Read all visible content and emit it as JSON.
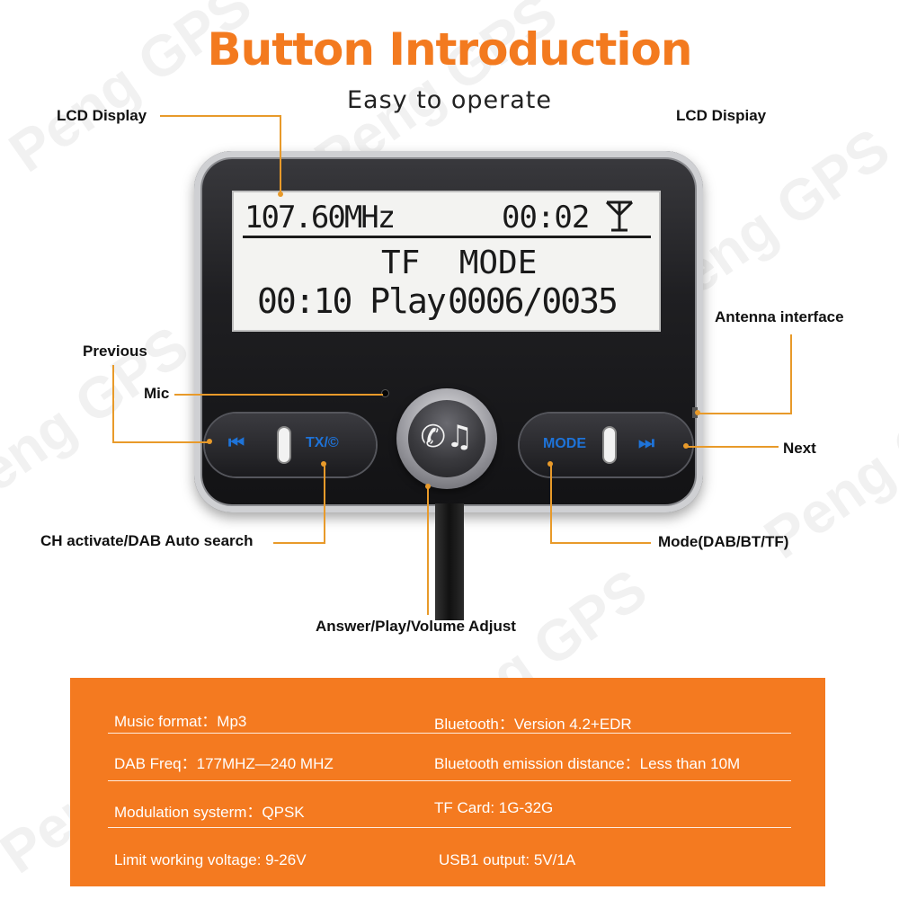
{
  "header": {
    "title": "Button Introduction",
    "subtitle": "Easy to operate"
  },
  "watermark": "Peng GPS",
  "callouts": {
    "lcd_left": "LCD Display",
    "lcd_right": "LCD Dispiay",
    "antenna": "Antenna interface",
    "previous": "Previous",
    "mic": "Mic",
    "next": "Next",
    "ch_activate": "CH activate/DAB Auto search",
    "mode": "Mode(DAB/BT/TF)",
    "answer": "Answer/Play/Volume Adjust"
  },
  "lcd": {
    "frequency": "107.60MHz",
    "clock": "00:02",
    "signal_icon": "antenna-signal-icon",
    "mode_line": "TF  MODE",
    "elapsed": "00:10 Play",
    "track": "0006/0035"
  },
  "buttons": {
    "prev_icon": "⏮",
    "txc": "TX/©",
    "mode": "MODE",
    "next_icon": "⏭",
    "knob_icon": "phone-music-icon",
    "knob_glyph": "✆♫"
  },
  "specs": {
    "music_format": "Music format：Mp3",
    "bluetooth_version": "Bluetooth：Version 4.2+EDR",
    "dab_freq": "DAB Freq：177MHZ—240 MHZ",
    "bt_distance": "Bluetooth emission distance：Less than 10M",
    "modulation": "Modulation systerm：QPSK",
    "tf_card": "TF Card: 1G-32G",
    "voltage": "Limit working voltage: 9-26V",
    "usb_output": "USB1 output: 5V/1A"
  },
  "colors": {
    "accent_orange": "#f37a1f",
    "lead_line": "#e89a2a",
    "button_blue": "#1e73d8",
    "panel_orange": "#f47a20"
  }
}
